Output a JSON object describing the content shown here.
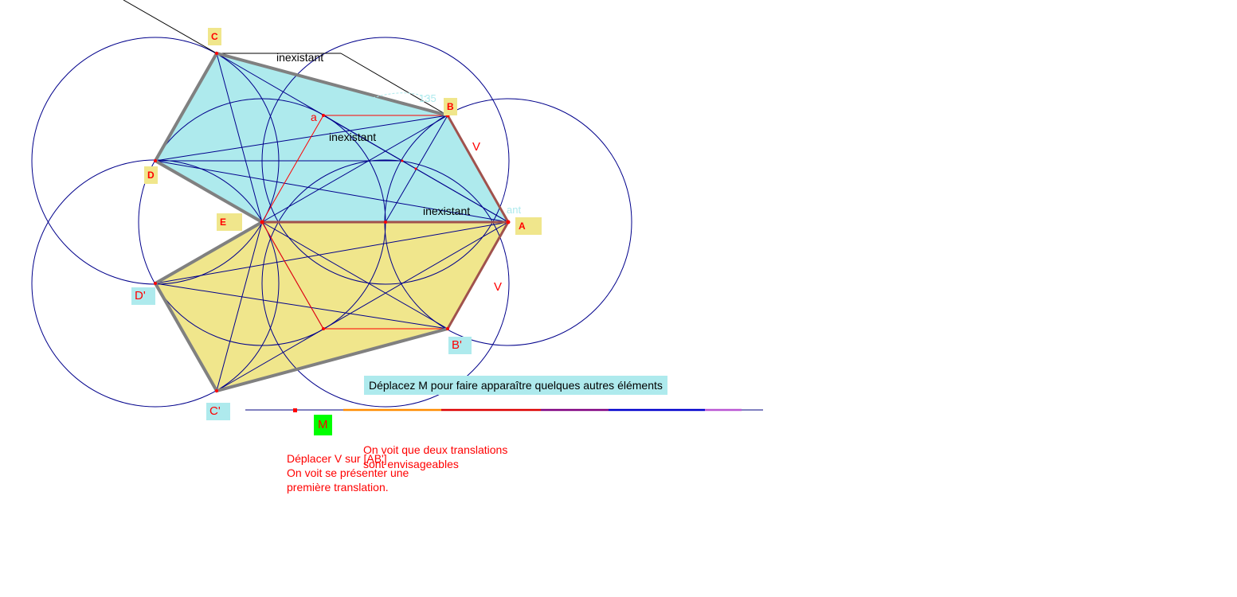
{
  "labels": {
    "A": "A",
    "B": "B",
    "C": "C",
    "D": "D",
    "E": "E",
    "a": "a",
    "Dp": "D'",
    "Bp": "B'",
    "Cp": "C'",
    "V1": "V",
    "V2": "V",
    "M": "M"
  },
  "texts": {
    "inexistant1": "inexistant",
    "inexistant2": "inexistant",
    "inexistant3": "inexistant",
    "faint1": "135",
    "faint2": "ant",
    "instruction": "Déplacez M pour faire apparaître quelques autres  éléments",
    "note1_line1": "Déplacer V sur [AB']",
    "note1_line2": "On voit se présenter une",
    "note1_line3": "première translation.",
    "note2_line1": "On voit que deux translations",
    "note2_line2": "sont envisageables"
  },
  "colors": {
    "upper_fill": "#aeeaed",
    "lower_fill": "#f0e68c",
    "circle": "#00008b",
    "red": "#ff0000",
    "outline": "#808080",
    "slider_orange": "#ff8c00",
    "slider_red": "#dd0000",
    "slider_purple": "#800080",
    "slider_blue": "#0000cd",
    "slider_violet": "#ba55d3",
    "m_handle": "#00ff00"
  }
}
